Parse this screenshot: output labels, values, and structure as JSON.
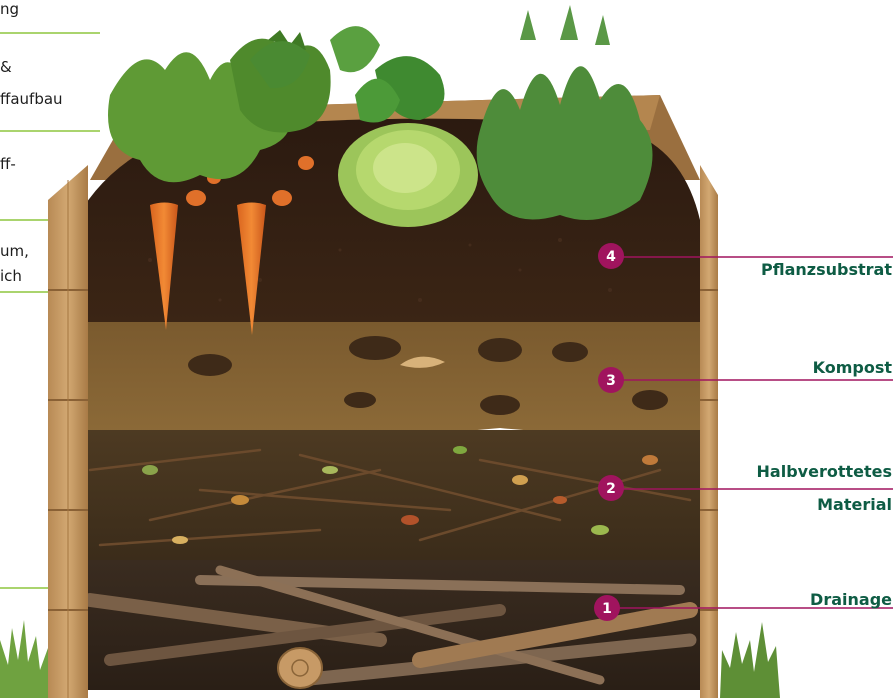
{
  "left_column": {
    "line1": "ng",
    "line2a": "&",
    "line2b": "ffaufbau",
    "line3": "ff-",
    "line4a": "um,",
    "line4b": "ich"
  },
  "layers": [
    {
      "number": "4",
      "label": "Pflanzsubstrat"
    },
    {
      "number": "3",
      "label": "Kompost"
    },
    {
      "number": "2",
      "label_line1": "Halbverottetes",
      "label_line2": "Material"
    },
    {
      "number": "1",
      "label": "Drainage"
    }
  ],
  "colors": {
    "badge": "#a0145e",
    "label_text": "#0e5c44",
    "guide_line_left": "#8dc63f",
    "guide_line_right": "#a0145e"
  }
}
